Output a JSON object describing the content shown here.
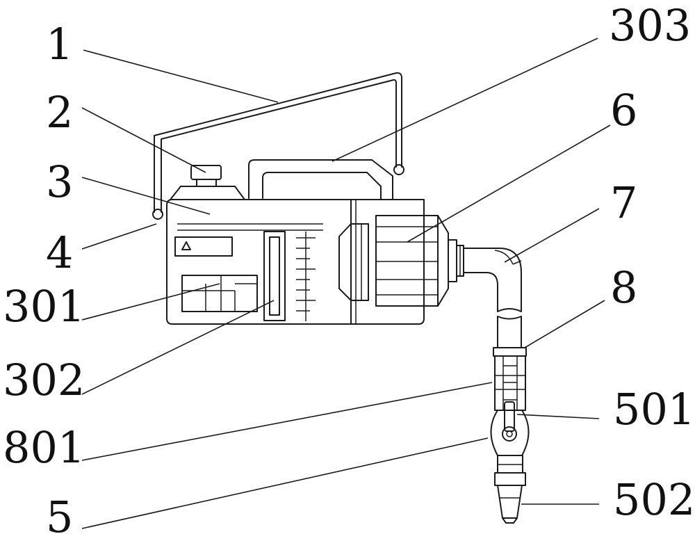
{
  "labels": {
    "l1": "1",
    "l2": "2",
    "l3": "3",
    "l4": "4",
    "l301": "301",
    "l302": "302",
    "l303": "303",
    "l6": "6",
    "l7": "7",
    "l8": "8",
    "l801": "801",
    "l501": "501",
    "l5": "5",
    "l502": "502"
  },
  "colors": {
    "stroke": "#1a1a1a",
    "background": "#ffffff"
  }
}
